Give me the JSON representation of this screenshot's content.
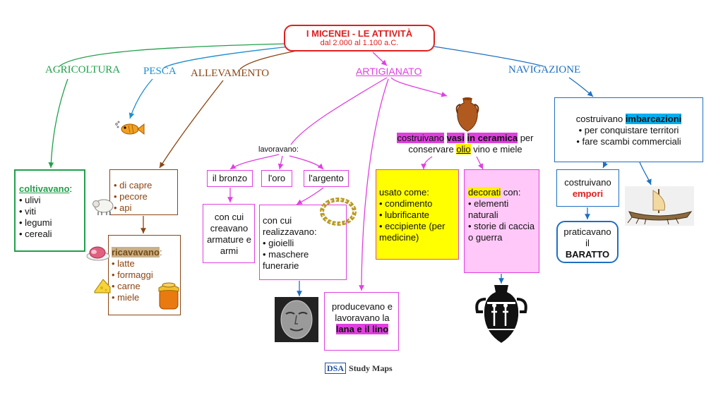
{
  "title": {
    "main": "I MICENEI - LE ATTIVITÀ",
    "sub": "dal 2.000 al 1.100 a.C."
  },
  "branches": {
    "agricoltura": "AGRICOLTURA",
    "pesca": "PESCA",
    "allevamento": "ALLEVAMENTO",
    "artigianato": "ARTIGIANATO",
    "navigazione": "NAVIGAZIONE"
  },
  "agri": {
    "title": "coltivavano",
    "colon": ":",
    "items": [
      "• ulivi",
      "• viti",
      "• legumi",
      "• cereali"
    ]
  },
  "alle": {
    "animals": [
      "• di capre",
      "• pecore",
      "• api"
    ],
    "prod_title": "ricavavano",
    "colon": ":",
    "products": [
      "• latte",
      "• formaggi",
      "• carne",
      "• miele"
    ]
  },
  "arti": {
    "lavoravano": "lavoravano:",
    "bronzo": "il bronzo",
    "oro": "l'oro",
    "argento": "l'argento",
    "bronzo_desc": "con cui creavano armature e armi",
    "oro_desc": {
      "intro": "con cui realizzavano:",
      "items": [
        "• gioielli",
        "• maschere funerarie"
      ]
    },
    "lana": {
      "pre": "producevano e lavoravano la ",
      "hl": "lana e il lino"
    },
    "ceramica": {
      "w1": "costruivano",
      "w2": "vasi",
      "w3": "in ceramica",
      "w4": "per",
      "w5": "conservare",
      "w6": "olio",
      "w7": "vino e miele"
    },
    "usato": {
      "intro": "usato come:",
      "items": [
        "• condimento",
        "• lubrificante",
        "• eccipiente (per medicine)"
      ]
    },
    "decorati": {
      "hl": "decorati",
      "rest": " con:",
      "items": [
        "• elementi naturali",
        "• storie di caccia o guerra"
      ]
    }
  },
  "navi": {
    "imb": {
      "pre": "costruivano ",
      "hl": "imbarcazioni"
    },
    "items": [
      "• per conquistare territori",
      "• fare scambi commerciali"
    ],
    "empori": {
      "pre": "costruivano",
      "hl": "empori"
    },
    "baratto": {
      "pre": "praticavano il",
      "hl": "BARATTO"
    }
  },
  "footer": {
    "logo": "DSA",
    "text": "Study Maps"
  },
  "colors": {
    "title_border": "#e02020",
    "agricoltura": "#21a04a",
    "pesca": "#1e8fd0",
    "allevamento": "#8b4513",
    "artigianato": "#e040e0",
    "navigazione": "#1e6fc0"
  }
}
